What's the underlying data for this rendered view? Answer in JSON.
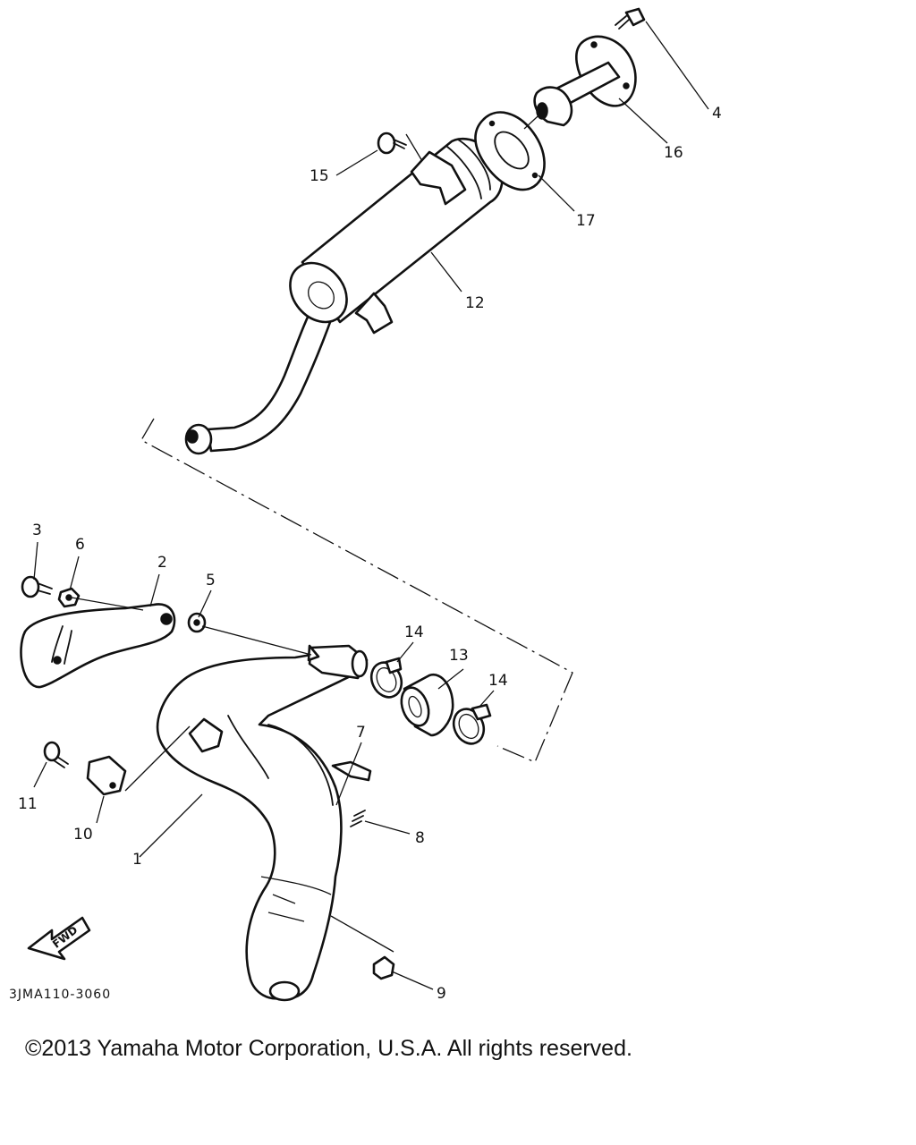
{
  "callouts": {
    "c1": "1",
    "c2": "2",
    "c3": "3",
    "c4": "4",
    "c5": "5",
    "c6": "6",
    "c7": "7",
    "c8": "8",
    "c9": "9",
    "c10": "10",
    "c11": "11",
    "c12": "12",
    "c13": "13",
    "c14a": "14",
    "c14b": "14",
    "c15": "15",
    "c16": "16",
    "c17": "17"
  },
  "fwd_label": "FWD",
  "diagram_code": "3JMA110-3060",
  "copyright": "©2013 Yamaha Motor Corporation, U.S.A. All rights reserved."
}
